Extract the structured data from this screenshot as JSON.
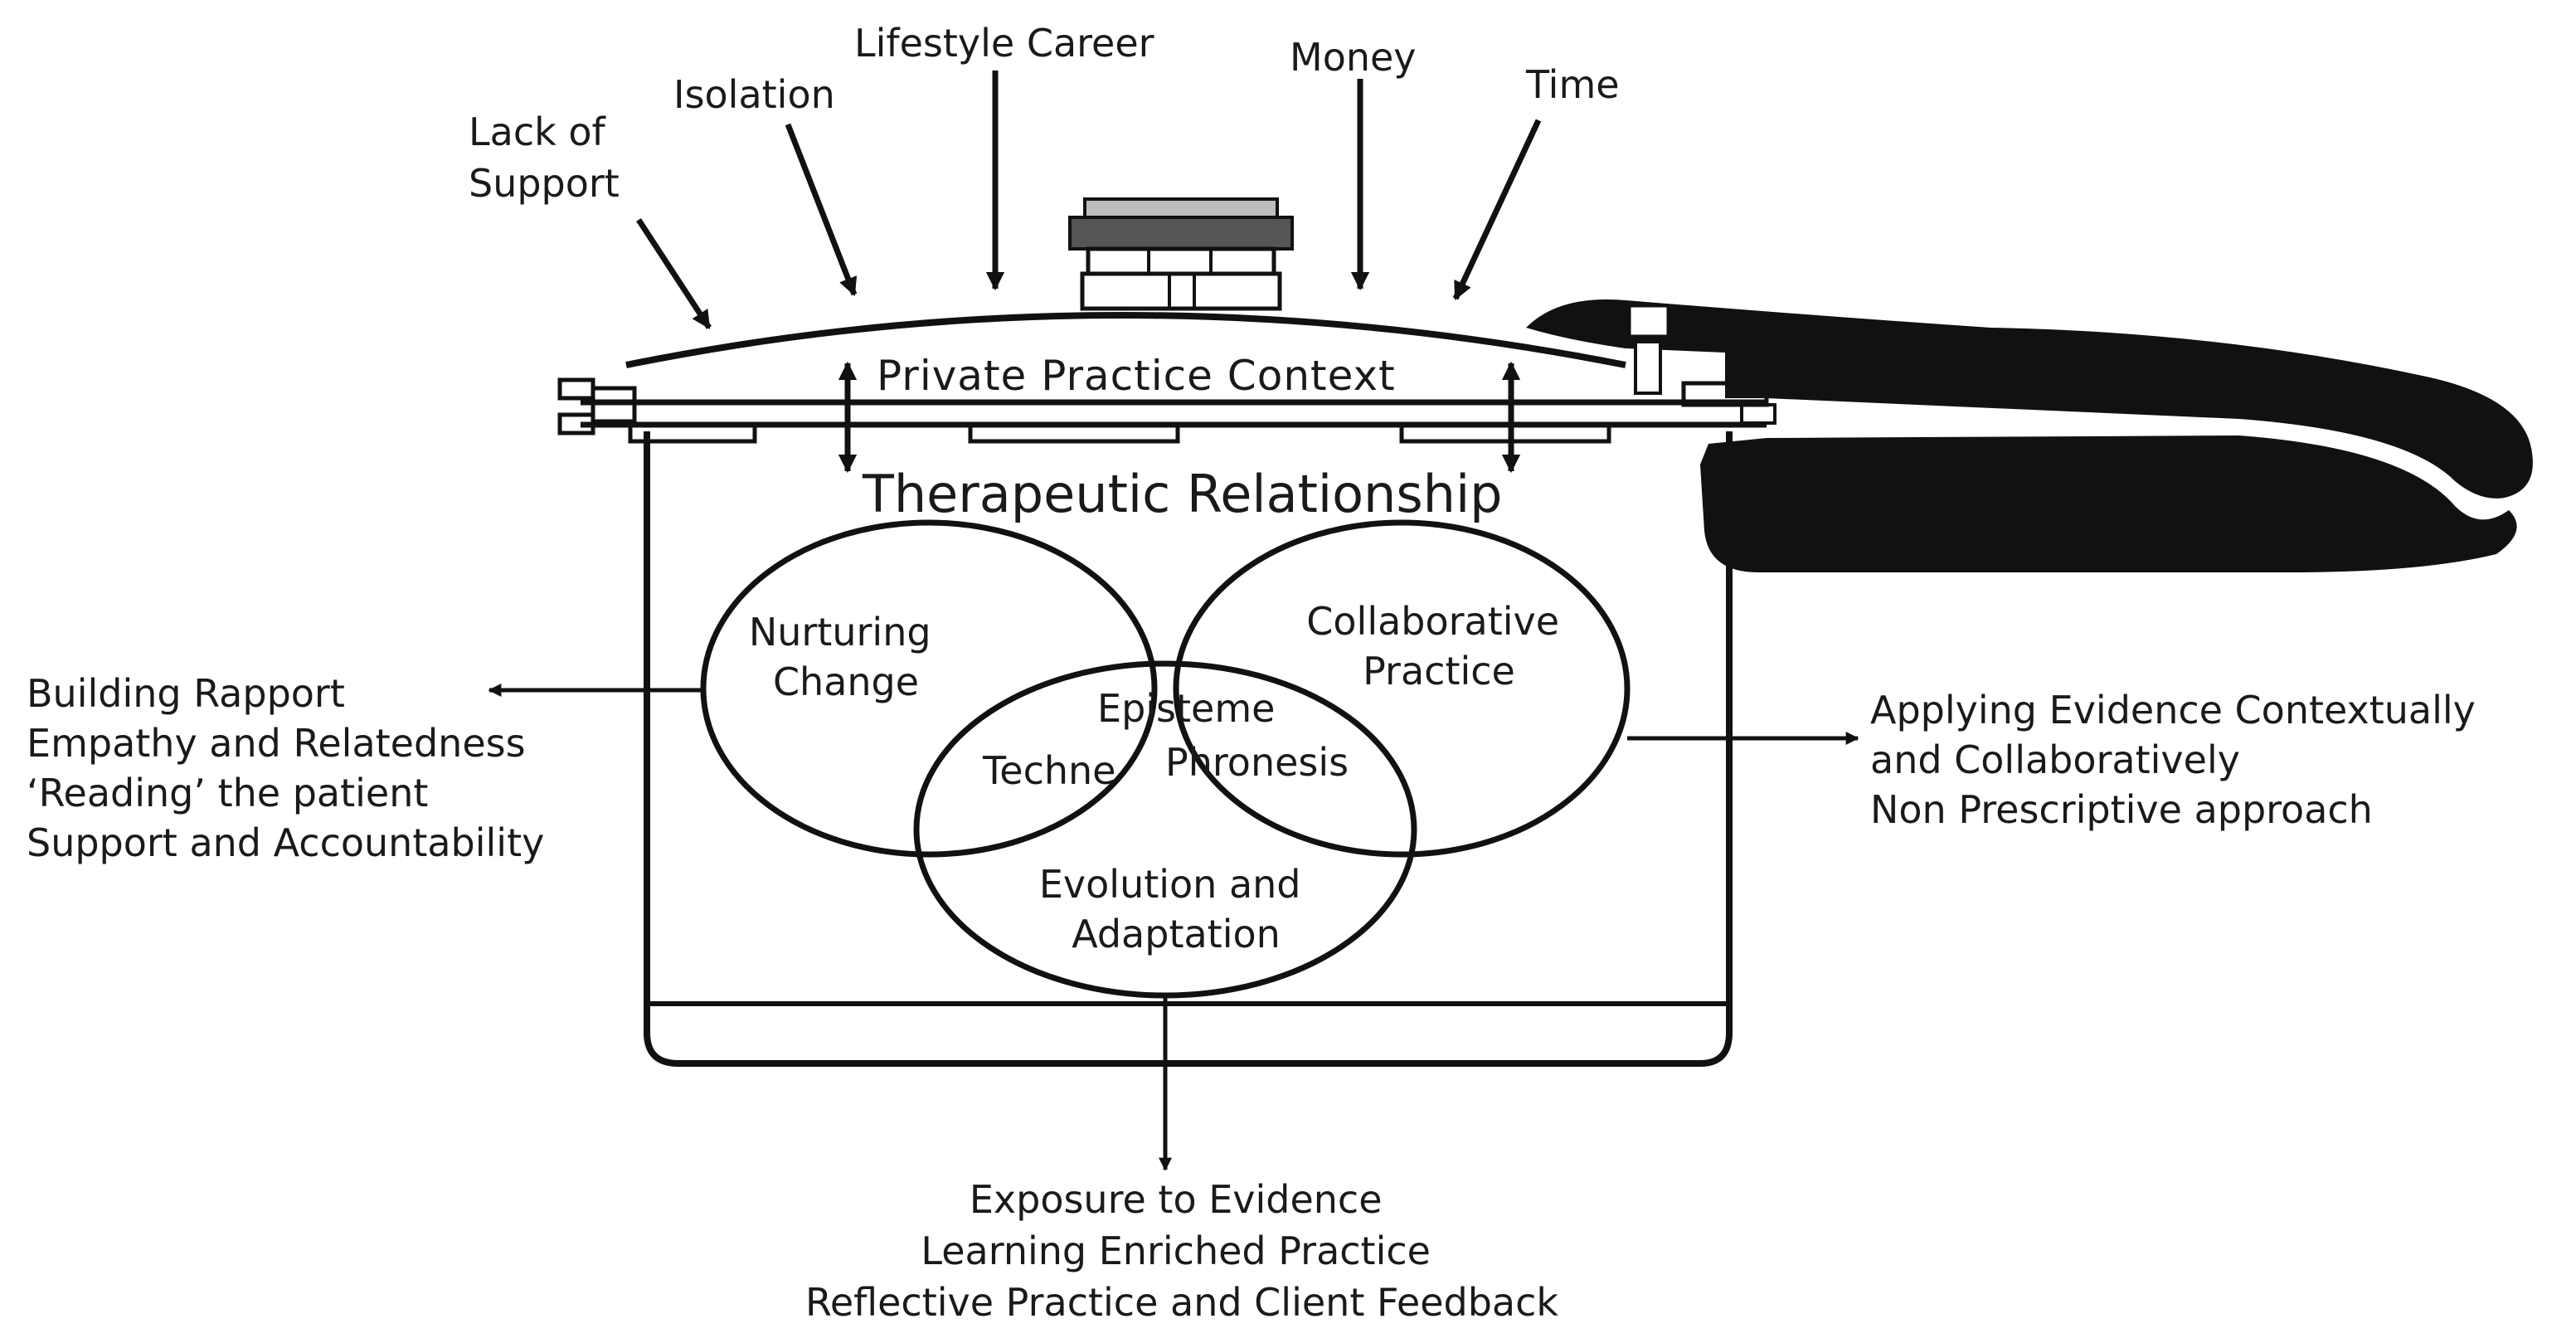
{
  "pressures": {
    "lack_of_support": [
      "Lack of",
      "Support"
    ],
    "isolation": "Isolation",
    "lifestyle_career": "Lifestyle Career",
    "money": "Money",
    "time": "Time"
  },
  "lid": {
    "context": "Private Practice Context"
  },
  "pot": {
    "relationship": "Therapeutic Relationship"
  },
  "venn": {
    "left": [
      "Nurturing",
      "Change"
    ],
    "right": [
      "Collaborative",
      "Practice"
    ],
    "bottom": [
      "Evolution and",
      "Adaptation"
    ],
    "center_top": "Episteme",
    "center_left": "Techne",
    "center_right": "Phronesis"
  },
  "outputs": {
    "left": [
      "Building Rapport",
      "Empathy and Relatedness",
      "‘Reading’ the patient",
      "Support and Accountability"
    ],
    "right": [
      "Applying Evidence Contextually",
      "and Collaboratively",
      "Non Prescriptive approach"
    ],
    "bottom": [
      "Exposure to Evidence",
      "Learning Enriched Practice",
      "Reflective Practice and Client Feedback"
    ]
  },
  "colors": {
    "ink": "#111111",
    "valve_dark": "#555555",
    "valve_light": "#bdbdbd",
    "background": "#ffffff"
  }
}
